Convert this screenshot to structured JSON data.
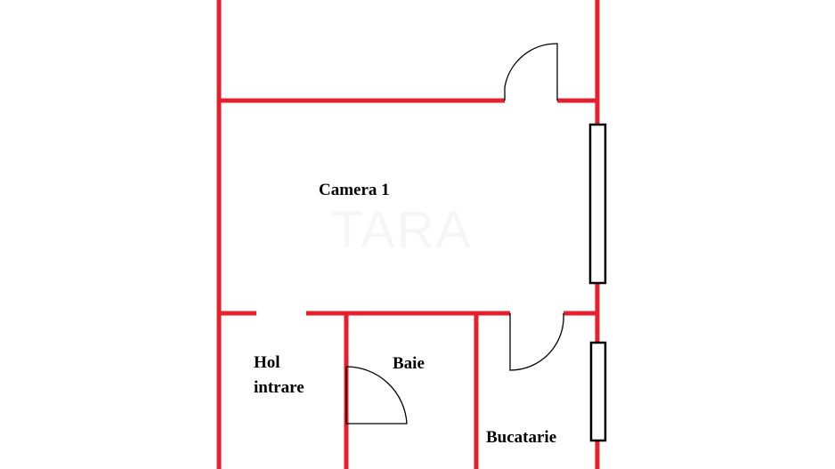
{
  "watermark": "TARA",
  "rooms": {
    "camera1": "Camera 1",
    "hol_line1": "Hol",
    "hol_line2": "intrare",
    "baie": "Baie",
    "bucatarie": "Bucatarie"
  },
  "colors": {
    "wall": "#e5202e",
    "door": "#000000",
    "window": "#000000",
    "background": "#ffffff"
  }
}
